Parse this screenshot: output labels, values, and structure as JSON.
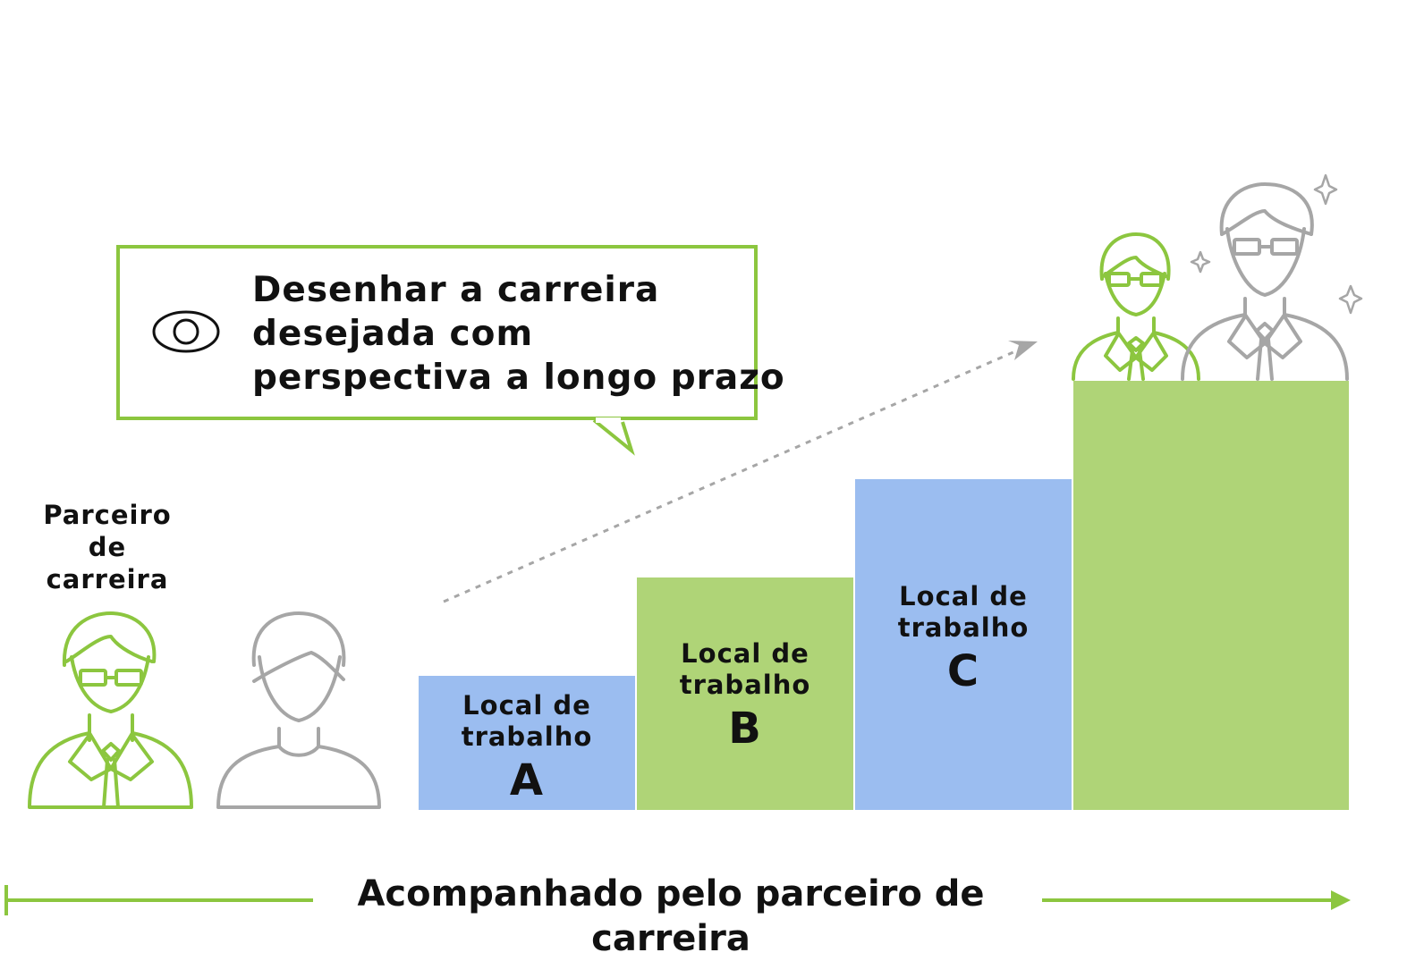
{
  "colors": {
    "green": "#8cc63f",
    "green_fill": "#afd477",
    "blue_fill": "#9bbdf0",
    "gray": "#a6a6a6"
  },
  "bubble": {
    "icon": "eye-icon",
    "lines": [
      "Desenhar a carreira",
      "desejada com",
      "perspectiva a longo prazo"
    ]
  },
  "partner": {
    "label_lines": [
      "Parceiro",
      "de",
      "carreira"
    ]
  },
  "steps": [
    {
      "label_lines": [
        "Local de",
        "trabalho"
      ],
      "letter": "A",
      "color": "#9bbdf0"
    },
    {
      "label_lines": [
        "Local de",
        "trabalho"
      ],
      "letter": "B",
      "color": "#afd477"
    },
    {
      "label_lines": [
        "Local de",
        "trabalho"
      ],
      "letter": "C",
      "color": "#9bbdf0"
    },
    {
      "label_lines": [],
      "letter": "",
      "color": "#afd477"
    }
  ],
  "timeline": {
    "label": "Acompanhado pelo parceiro de carreira"
  }
}
